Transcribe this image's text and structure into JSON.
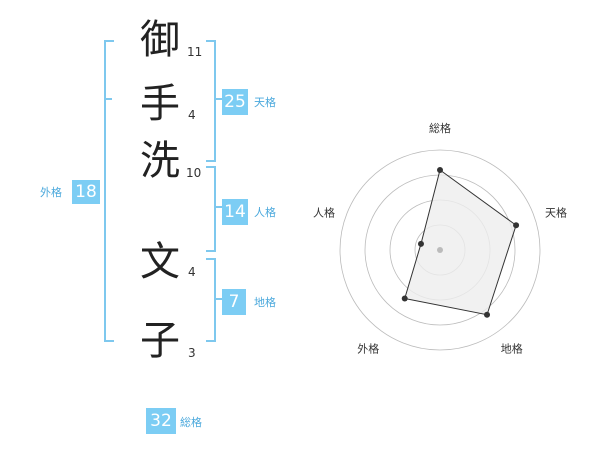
{
  "name": {
    "characters": [
      {
        "char": "御",
        "strokes": "11"
      },
      {
        "char": "手",
        "strokes": "4"
      },
      {
        "char": "洗",
        "strokes": "10"
      },
      {
        "char": "文",
        "strokes": "4"
      },
      {
        "char": "子",
        "strokes": "3"
      }
    ]
  },
  "fortunes": {
    "tenkaku": {
      "value": "25",
      "label": "天格"
    },
    "jinkaku": {
      "value": "14",
      "label": "人格"
    },
    "chikaku": {
      "value": "7",
      "label": "地格"
    },
    "gaikaku": {
      "value": "18",
      "label": "外格"
    },
    "soukaku": {
      "value": "32",
      "label": "総格"
    }
  },
  "chart_data": {
    "type": "radar",
    "categories": [
      "総格",
      "天格",
      "地格",
      "外格",
      "人格"
    ],
    "values": [
      4,
      4,
      4,
      3,
      1
    ],
    "rmax": 5,
    "rings": 4,
    "line_color": "#333333",
    "fill_color": "#eeeeee",
    "ring_color": "#bbbbbb"
  }
}
